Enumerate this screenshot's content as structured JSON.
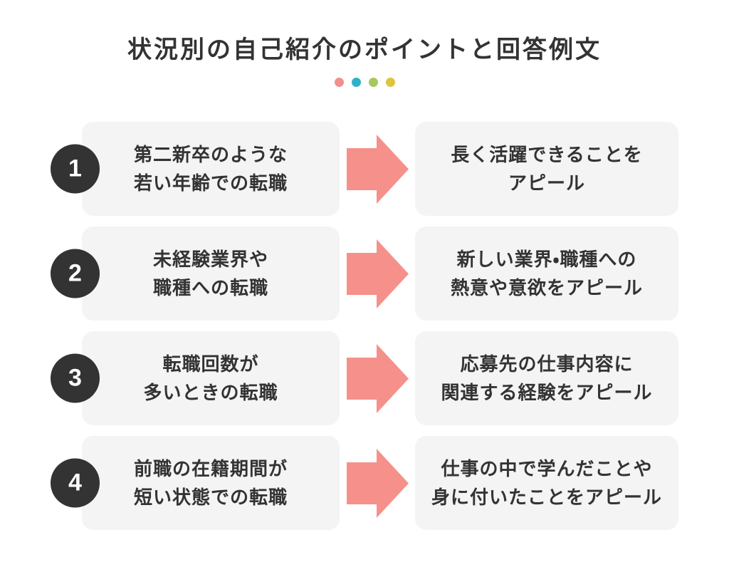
{
  "title": "状況別の自己紹介のポイントと回答例文",
  "decoration": {
    "dot_colors": [
      "#f0908e",
      "#2fb1c7",
      "#a7c75f",
      "#dfc53c"
    ]
  },
  "colors": {
    "arrow": "#f5918a",
    "box_bg": "#f4f4f5",
    "number_circle": "#333333",
    "text": "#333333"
  },
  "rows": [
    {
      "number": "1",
      "situation": "第二新卒のような\n若い年齢での転職",
      "point": "長く活躍できることを\nアピール"
    },
    {
      "number": "2",
      "situation": "未経験業界や\n職種への転職",
      "point": "新しい業界・職種への\n熱意や意欲をアピール"
    },
    {
      "number": "3",
      "situation": "転職回数が\n多いときの転職",
      "point": "応募先の仕事内容に\n関連する経験をアピール"
    },
    {
      "number": "4",
      "situation": "前職の在籍期間が\n短い状態での転職",
      "point": "仕事の中で学んだことや\n身に付いたことをアピール"
    }
  ]
}
